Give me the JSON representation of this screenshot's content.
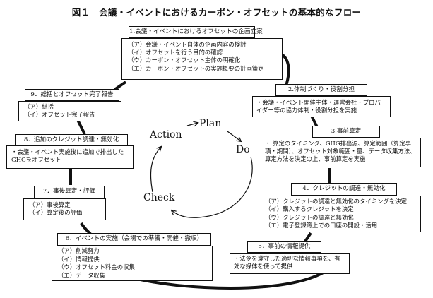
{
  "title": "図１　会議・イベントにおけるカーボン・オフセットの基本的なフロー",
  "pdca": {
    "plan": "Plan",
    "do": "Do",
    "check": "Check",
    "action": "Action"
  },
  "steps": [
    {
      "header": "1.会議・イベントにおけるオフセットの企画立案",
      "items": [
        "（ア）会議・イベント自体の企画内容の検討",
        "（イ）オフセットを行う目的の確認",
        "（ウ）カーボン・オフセット主体の明確化",
        "（エ）カーボン・オフセットの実施概要の計画策定"
      ]
    },
    {
      "header": "2.体制づくり・役割分担",
      "items": [
        "・会議・イベント開催主体・運営会社・プロバイダー等の協力体制・役割分担を実施"
      ]
    },
    {
      "header": "3.事前算定",
      "items": [
        "・ 算定のタイミング、GHG排出源、算定範囲（算定事項・期間）、オフセット対象範囲・量、データ収集方法、算定方法を決定の上、事前算定を実施"
      ]
    },
    {
      "header": "4．クレジットの調達・無効化",
      "items": [
        "（ア）クレジットの調達と無効化のタイミングを決定",
        "（イ）購入するクレジットを決定",
        "（ウ）クレジットの調達と無効化",
        "（エ）電子登録簿上での口座の開設・活用"
      ]
    },
    {
      "header": "5．事前の情報提供",
      "items": [
        "・法令を遵守した適切な情報事項を、有効な媒体を使って提供"
      ]
    },
    {
      "header": "6．イベントの実施（会場での準備・開催・撤収）",
      "items": [
        "（ア）削減努力",
        "（イ）情報提供",
        "（ウ）オフセット料金の収集",
        "（エ）データ収集"
      ]
    },
    {
      "header": "7．事後算定・評価",
      "items": [
        "（ア）事後算定",
        "（イ）算定後の評価"
      ]
    },
    {
      "header": "8．追加のクレジット調達・無効化",
      "items": [
        "・会議・イベント実施後に追加で排出したGHGをオフセット"
      ]
    },
    {
      "header": "9．総括とオフセット完了報告",
      "items": [
        "（ア）総括",
        "（イ）オフセット完了報告"
      ]
    }
  ]
}
